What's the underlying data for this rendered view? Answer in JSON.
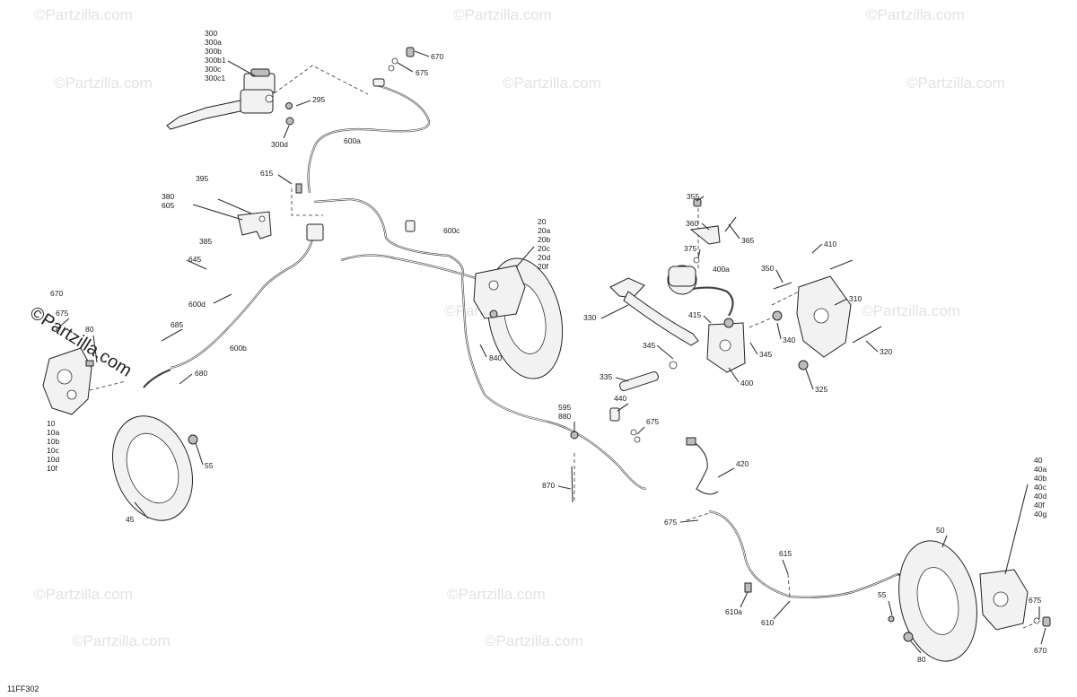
{
  "watermarks": {
    "site": "©Partzilla.com",
    "site_lower": "© partzilla.com"
  },
  "drawing_code": "11FF302",
  "labels": {
    "l300": "300",
    "l300a": "300a",
    "l300b": "300b",
    "l300b1": "300b1",
    "l300c": "300c",
    "l300c1": "300c1",
    "l295": "295",
    "l300d": "300d",
    "l670_top": "670",
    "l675_top": "675",
    "l600a": "600a",
    "l395": "395",
    "l380": "380",
    "l605": "605",
    "l385": "385",
    "l615_top": "615",
    "l600c": "600c",
    "l20": "20",
    "l20a": "20a",
    "l20b": "20b",
    "l20c": "20c",
    "l20d": "20d",
    "l20f": "20f",
    "l645": "645",
    "l600d": "600d",
    "l670_left": "670",
    "l675_left": "675",
    "l80_left": "80",
    "l685": "685",
    "l600b": "600b",
    "l680": "680",
    "l10": "10",
    "l10a": "10a",
    "l10b": "10b",
    "l10c": "10c",
    "l10d": "10d",
    "l10f": "10f",
    "l55_left": "55",
    "l45": "45",
    "l840": "840",
    "l355": "355",
    "l360": "360",
    "l365": "365",
    "l375": "375",
    "l400a": "400a",
    "l410": "410",
    "l350": "350",
    "l310": "310",
    "l330": "330",
    "l415": "415",
    "l340": "340",
    "l345_r": "345",
    "l345_l": "345",
    "l320": "320",
    "l335": "335",
    "l400": "400",
    "l325": "325",
    "l440": "440",
    "l595": "595",
    "l880": "880",
    "l675_mid": "675",
    "l420": "420",
    "l870": "870",
    "l675_low": "675",
    "l40": "40",
    "l40a": "40a",
    "l40b": "40b",
    "l40c": "40c",
    "l40d": "40d",
    "l40f": "40f",
    "l40g": "40g",
    "l50": "50",
    "l615_low": "615",
    "l610a": "610a",
    "l610": "610",
    "l55_right": "55",
    "l675_right": "675",
    "l670_right": "670",
    "l80_right": "80"
  }
}
